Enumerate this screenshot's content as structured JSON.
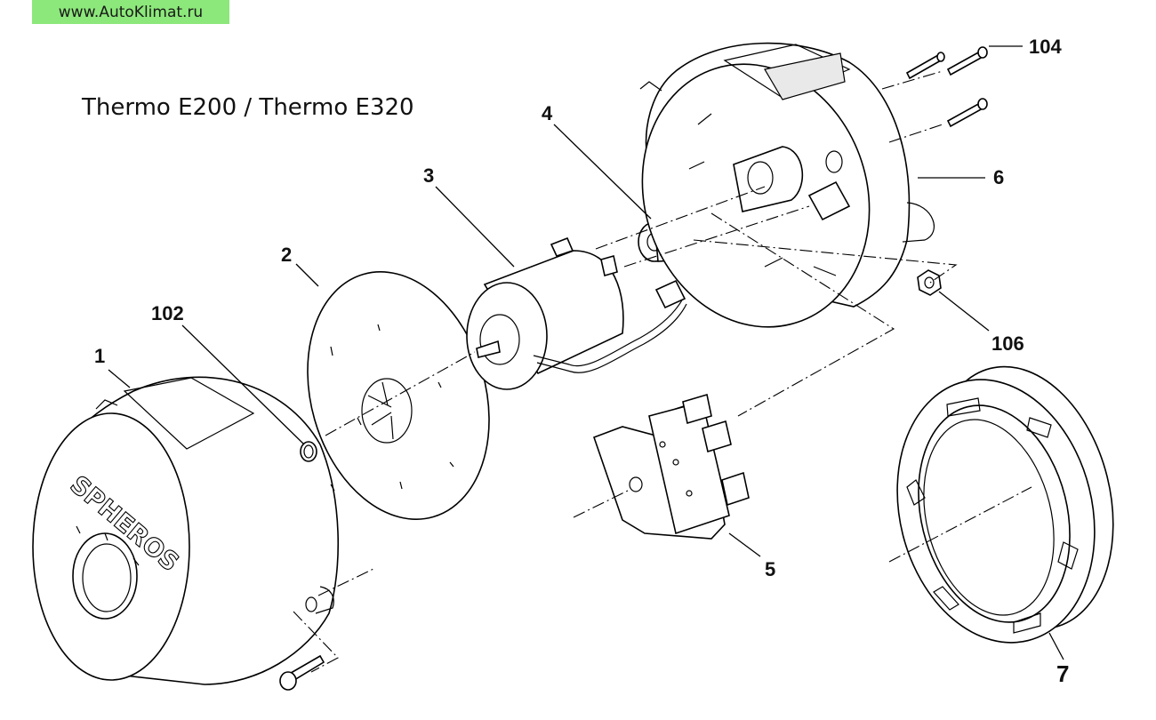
{
  "watermark": "www.AutoKlimat.ru",
  "title": "Thermo E200 / Thermo E320",
  "callouts": {
    "c1": "1",
    "c2": "2",
    "c3": "3",
    "c4": "4",
    "c5": "5",
    "c6": "6",
    "c7": "7",
    "c102": "102",
    "c104": "104",
    "c106": "106"
  },
  "logo_text": "SPHEROS"
}
